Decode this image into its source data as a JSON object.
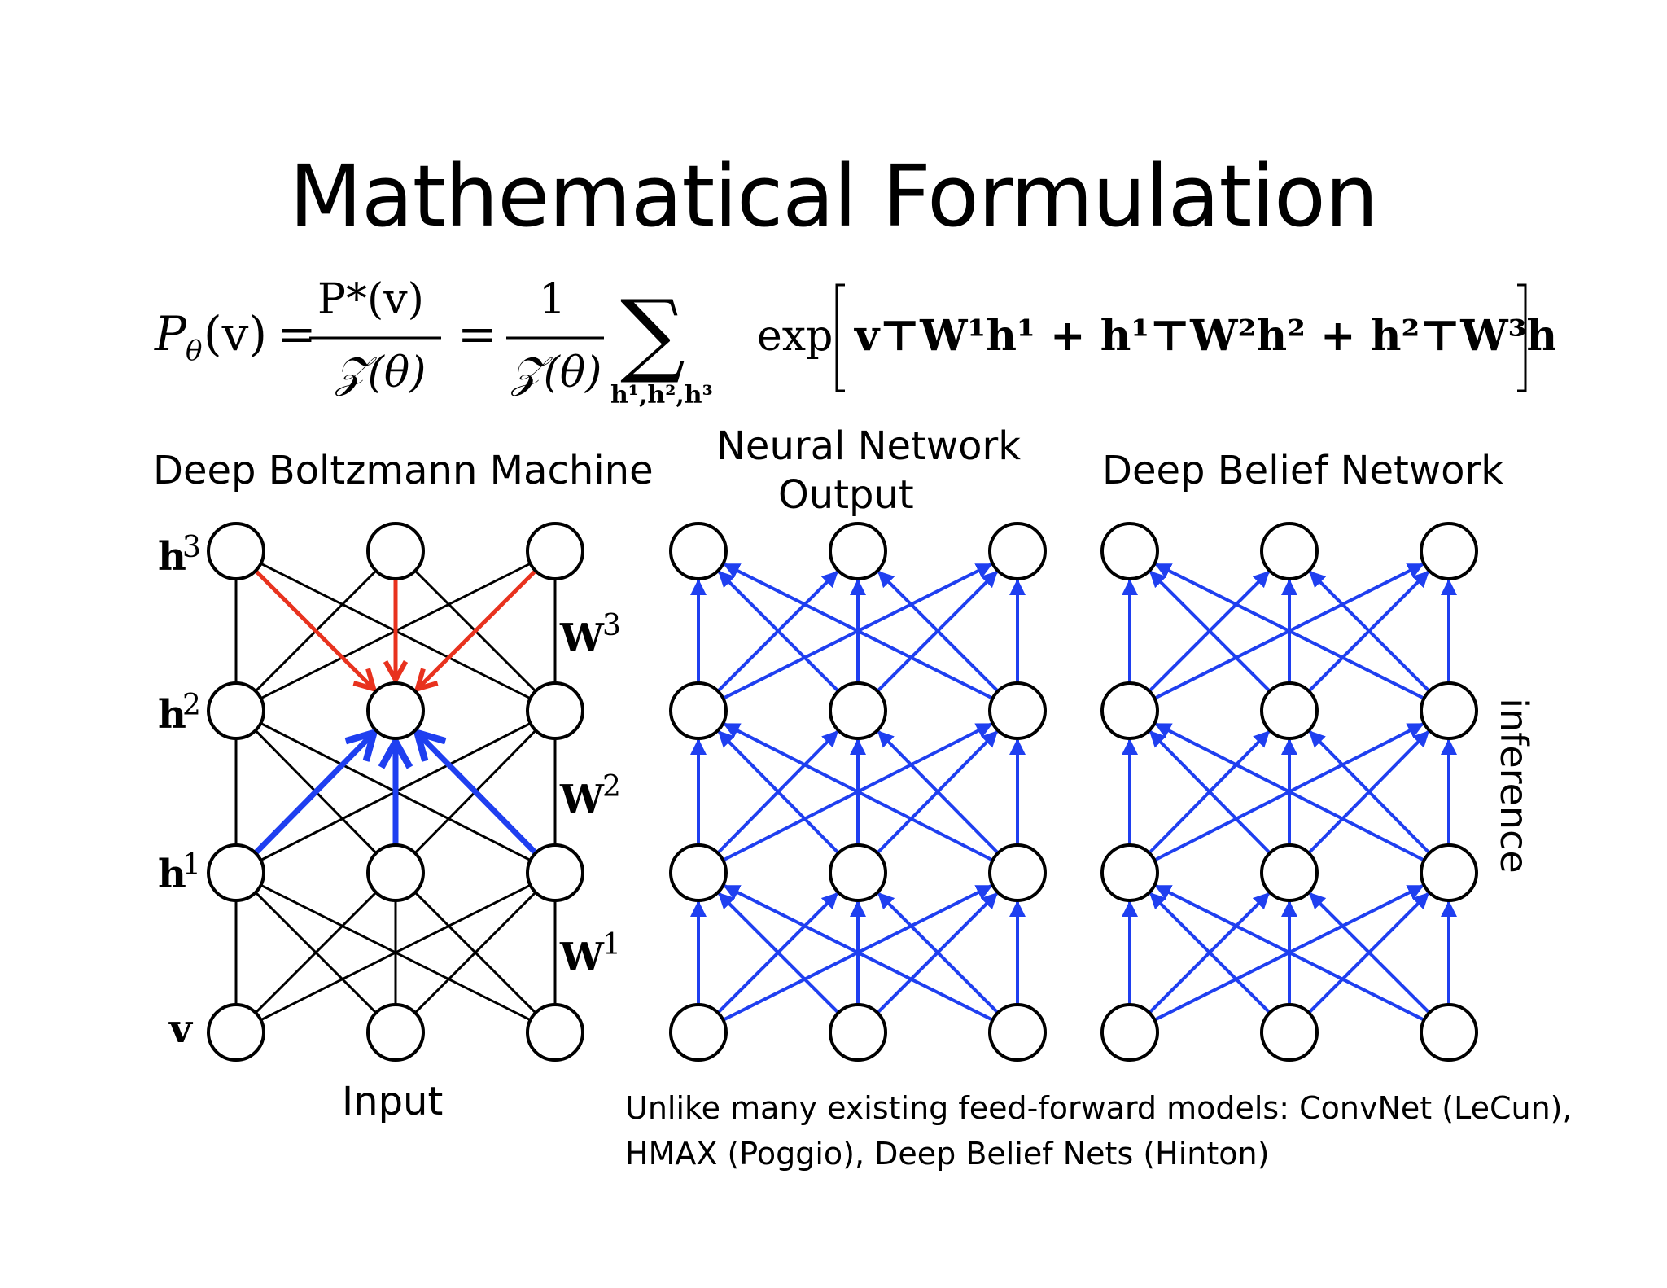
{
  "slide": {
    "title": "Mathematical Formulation"
  },
  "formula": {
    "lhs": "P",
    "lhs_sub": "θ",
    "lhs_arg": "(v)",
    "eq": "=",
    "frac1_num": "P*(v)",
    "frac1_den": "𝒵(θ)",
    "frac2_num": "1",
    "frac2_den": "𝒵(θ)",
    "sum": "∑",
    "sum_sub": "h¹,h²,h³",
    "exp": "exp",
    "bracket_content": "v⊤W¹h¹ + h¹⊤W²h² + h²⊤W³h³"
  },
  "headings": {
    "dbm": "Deep Boltzmann Machine",
    "nn_line1": "Neural Network",
    "nn_line2": "Output",
    "dbn": "Deep Belief Network"
  },
  "layer_labels": {
    "h3": "h",
    "h3_sup": "3",
    "h2": "h",
    "h2_sup": "2",
    "h1": "h",
    "h1_sup": "1",
    "v": "v"
  },
  "weight_labels": {
    "w3": "W",
    "w3_sup": "3",
    "w2": "W",
    "w2_sup": "2",
    "w1": "W",
    "w1_sup": "1"
  },
  "input_label": "Input",
  "side_label": "inference",
  "caption": {
    "line1": "Unlike many existing feed-forward models: ConvNet (LeCun),",
    "line2": "HMAX (Poggio), Deep Belief Nets (Hinton)"
  },
  "colors": {
    "black_edges": "#000000",
    "blue_edges": "#1f3ff0",
    "red_edges": "#e8321e"
  }
}
